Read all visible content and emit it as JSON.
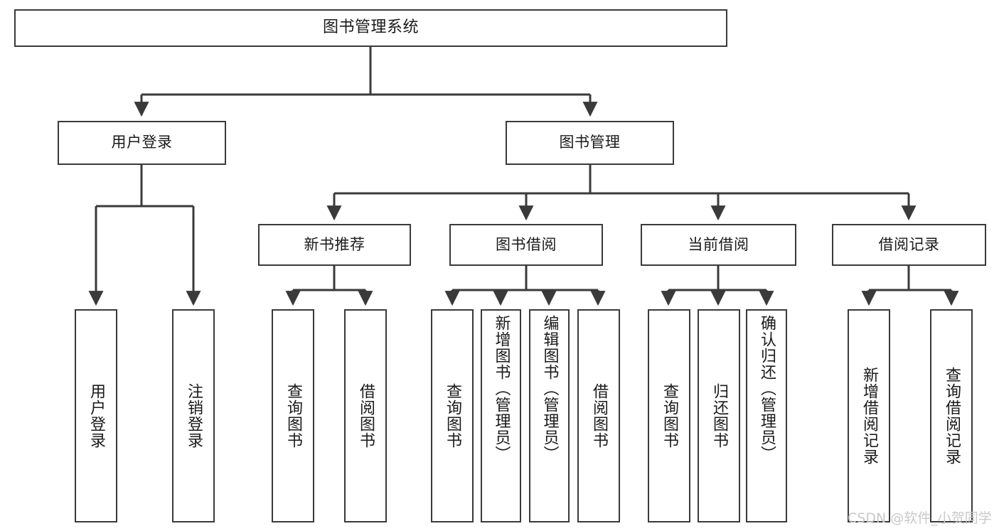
{
  "diagram": {
    "title": "图书管理系统",
    "type": "tree",
    "colors": {
      "stroke": "#3a3a3a",
      "fill": "#ffffff",
      "text": "#1a1a1a",
      "watermark": "#c9c9c9"
    },
    "root": {
      "label": "图书管理系统"
    },
    "level1": [
      {
        "label": "用户登录"
      },
      {
        "label": "图书管理"
      }
    ],
    "level2": [
      {
        "label": "新书推荐"
      },
      {
        "label": "图书借阅"
      },
      {
        "label": "当前借阅"
      },
      {
        "label": "借阅记录"
      }
    ],
    "leaves": {
      "user_login": [
        {
          "label": "用户登录"
        },
        {
          "label": "注销登录"
        }
      ],
      "new_book": [
        {
          "label": "查询图书"
        },
        {
          "label": "借阅图书"
        }
      ],
      "book_borrow": [
        {
          "label": "查询图书"
        },
        {
          "label": "新增图书（管理员）"
        },
        {
          "label": "编辑图书（管理员）"
        },
        {
          "label": "借阅图书"
        }
      ],
      "current_borrow": [
        {
          "label": "查询图书"
        },
        {
          "label": "归还图书"
        },
        {
          "label": "确认归还（管理员）"
        }
      ],
      "borrow_record": [
        {
          "label": "新增借阅记录"
        },
        {
          "label": "查询借阅记录"
        }
      ]
    }
  },
  "watermark": {
    "text": "CSDN @软件_小贺同学"
  }
}
